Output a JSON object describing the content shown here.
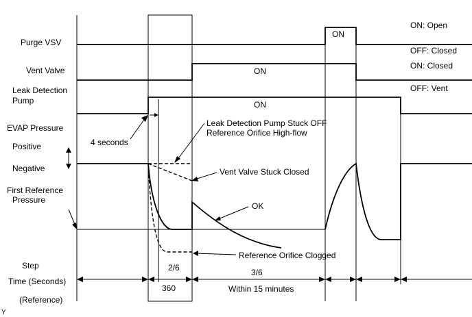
{
  "labels": {
    "purge_vsv": "Purge VSV",
    "vent_valve": "Vent Valve",
    "leak_pump_line1": "Leak Detection",
    "leak_pump_line2": "Pump",
    "evap_pressure": "EVAP Pressure",
    "positive": "Positive",
    "negative": "Negative",
    "first_ref_line1": "First Reference",
    "first_ref_line2": "Pressure",
    "step": "Step",
    "time": "Time (Seconds)",
    "reference": "(Reference)",
    "corner_mark": "Y"
  },
  "state_labels": {
    "on_open": "ON: Open",
    "off_closed": "OFF: Closed",
    "on_closed": "ON: Closed",
    "off_vent": "OFF: Vent"
  },
  "signals": {
    "purge_on": "ON",
    "vent_on": "ON",
    "pump_on": "ON"
  },
  "annotations": {
    "four_seconds": "4 seconds",
    "stuck_off_line1": "Leak Detection Pump Stuck OFF",
    "stuck_off_line2": "Reference Orifice High-flow",
    "vent_stuck_closed": "Vent Valve Stuck Closed",
    "ok": "OK",
    "orifice_clogged": "Reference Orifice Clogged"
  },
  "steps": {
    "step2": "2/6",
    "step3": "3/6"
  },
  "times": {
    "t360": "360",
    "within15": "Within 15 minutes"
  }
}
